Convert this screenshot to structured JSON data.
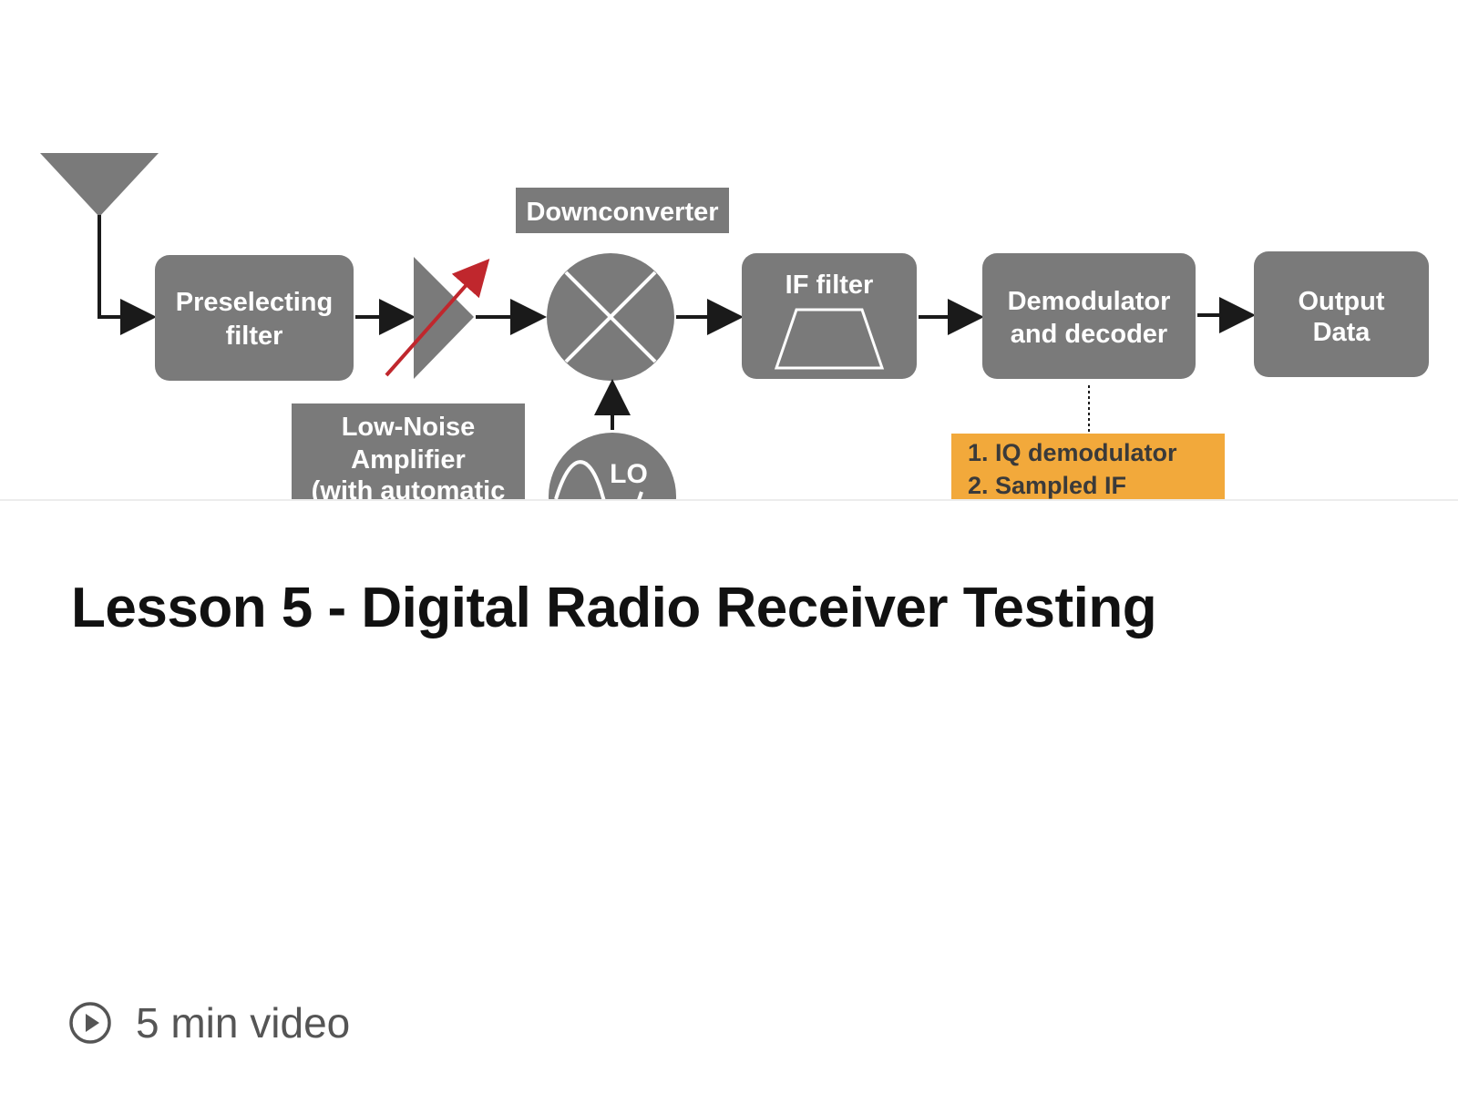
{
  "lesson": {
    "title": "Lesson 5 - Digital Radio Receiver Testing",
    "duration": "5 min video",
    "duration_icon": "play-circle-icon"
  },
  "diagram": {
    "downconverter_label": "Downconverter",
    "preselecting_filter": [
      "Preselecting",
      "filter"
    ],
    "lna_label": [
      "Low-Noise",
      "Amplifier",
      "(with automatic"
    ],
    "lo_label": "LO",
    "if_filter_label": "IF filter",
    "demodulator_label": [
      "Demodulator",
      "and decoder"
    ],
    "output_label": [
      "Output",
      "Data"
    ],
    "demod_options": [
      "1. IQ demodulator",
      "2. Sampled IF"
    ],
    "colors": {
      "block": "#7a7a7a",
      "option_box": "#f2a93b",
      "gain_arrow": "#c0272d",
      "wire": "#1a1a1a"
    }
  }
}
